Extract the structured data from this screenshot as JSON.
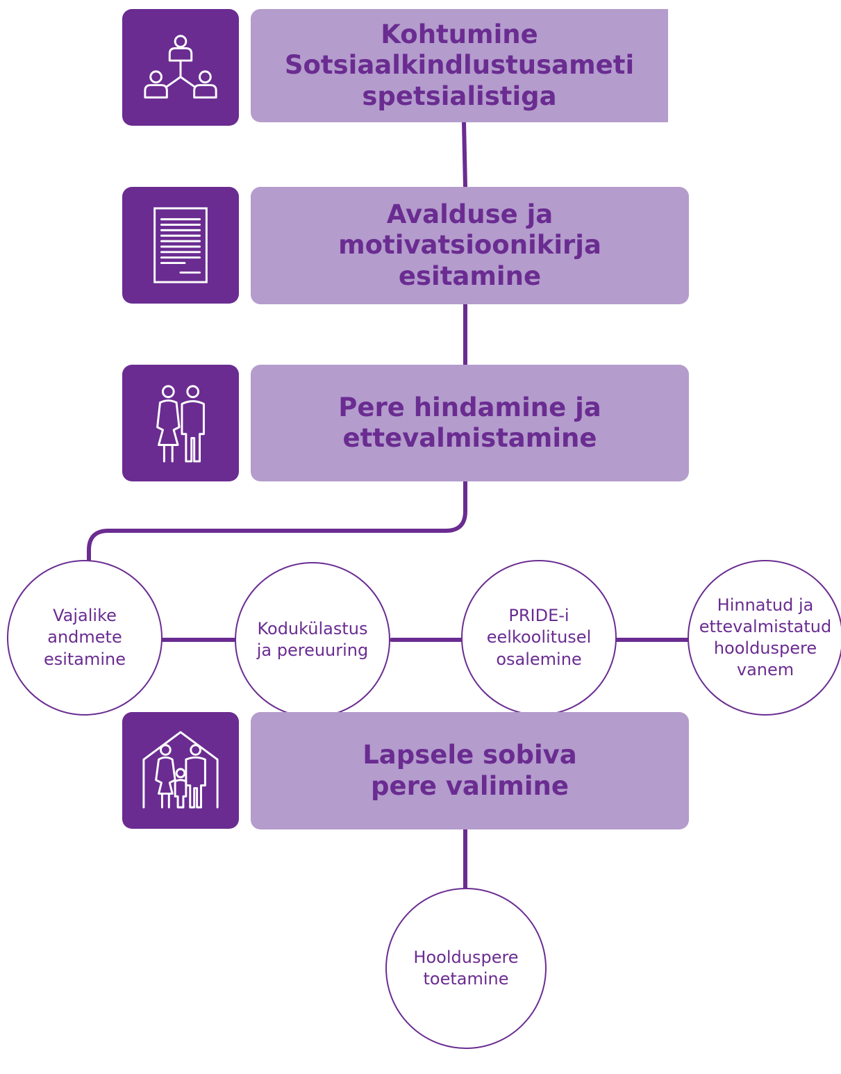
{
  "colors": {
    "primary": "#6a2c91",
    "light": "#b49ccc",
    "background": "#ffffff"
  },
  "steps": [
    {
      "label": "Kohtumine\nSotsiaalkindlustusameti\nspetsialistiga",
      "icon": "people-network-icon"
    },
    {
      "label": "Avalduse ja motivatsioonikirja\nesitamine",
      "icon": "document-icon"
    },
    {
      "label": "Pere hindamine ja\nettevalmistamine",
      "icon": "couple-icon"
    },
    {
      "label": "Lapsele sobiva\npere valimine",
      "icon": "family-house-icon"
    }
  ],
  "substeps": [
    {
      "label": "Vajalike\nandmete\nesitamine"
    },
    {
      "label": "Kodukülastus\nja pereuuring"
    },
    {
      "label": "PRIDE-i\neelkoolitusel\nosalemine"
    },
    {
      "label": "Hinnatud ja\nettevalmistatud\nhoolduspere\nvanem"
    }
  ],
  "final_step": {
    "label": "Hoolduspere\ntoetamine"
  }
}
